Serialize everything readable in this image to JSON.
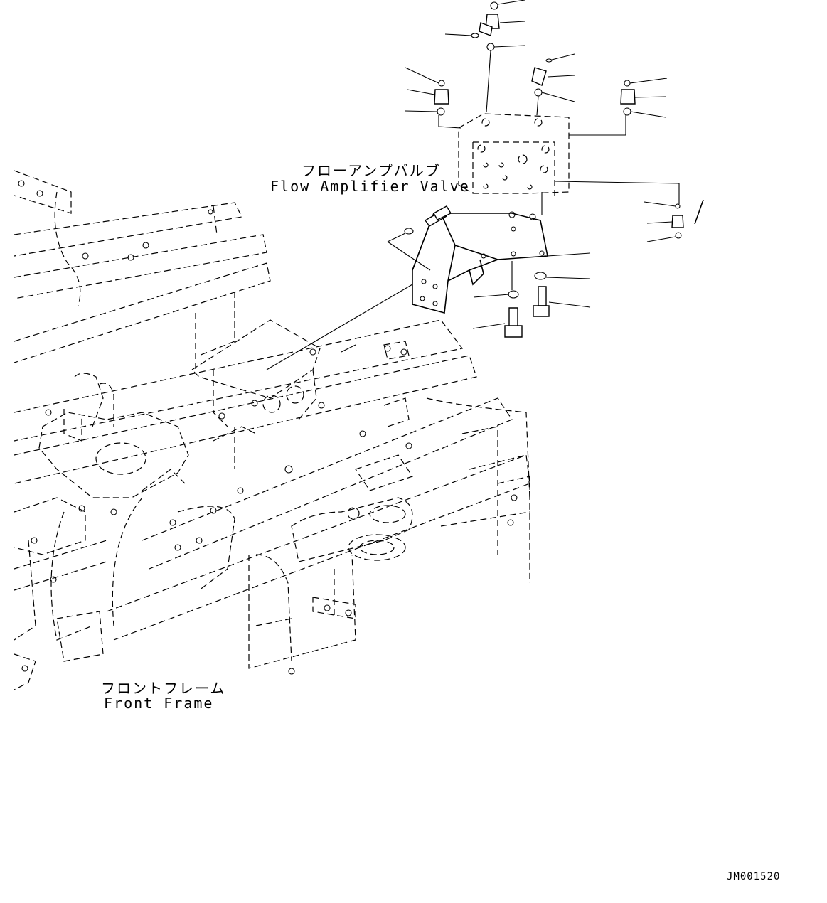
{
  "labels": {
    "flow_amplifier_valve_jp": "フローアンプバルブ",
    "flow_amplifier_valve_en": "Flow Amplifier Valve",
    "front_frame_jp": "フロントフレーム",
    "front_frame_en": "Front Frame",
    "drawing_code": "JM001520"
  }
}
